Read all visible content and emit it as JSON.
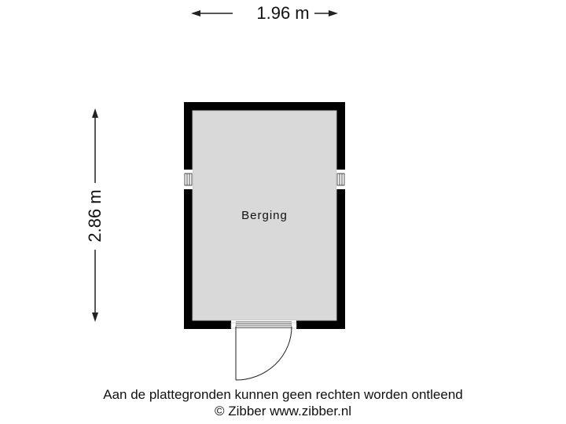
{
  "dimensions": {
    "width_label": "1.96 m",
    "height_label": "2.86 m"
  },
  "rooms": [
    {
      "name": "Berging"
    }
  ],
  "footer": {
    "disclaimer": "Aan de plattegronden kunnen geen rechten worden ontleend",
    "copyright": "© Zibber www.zibber.nl"
  },
  "colors": {
    "wall": "#000000",
    "floor": "#d9d9d9",
    "background": "#ffffff",
    "line": "#222222"
  }
}
